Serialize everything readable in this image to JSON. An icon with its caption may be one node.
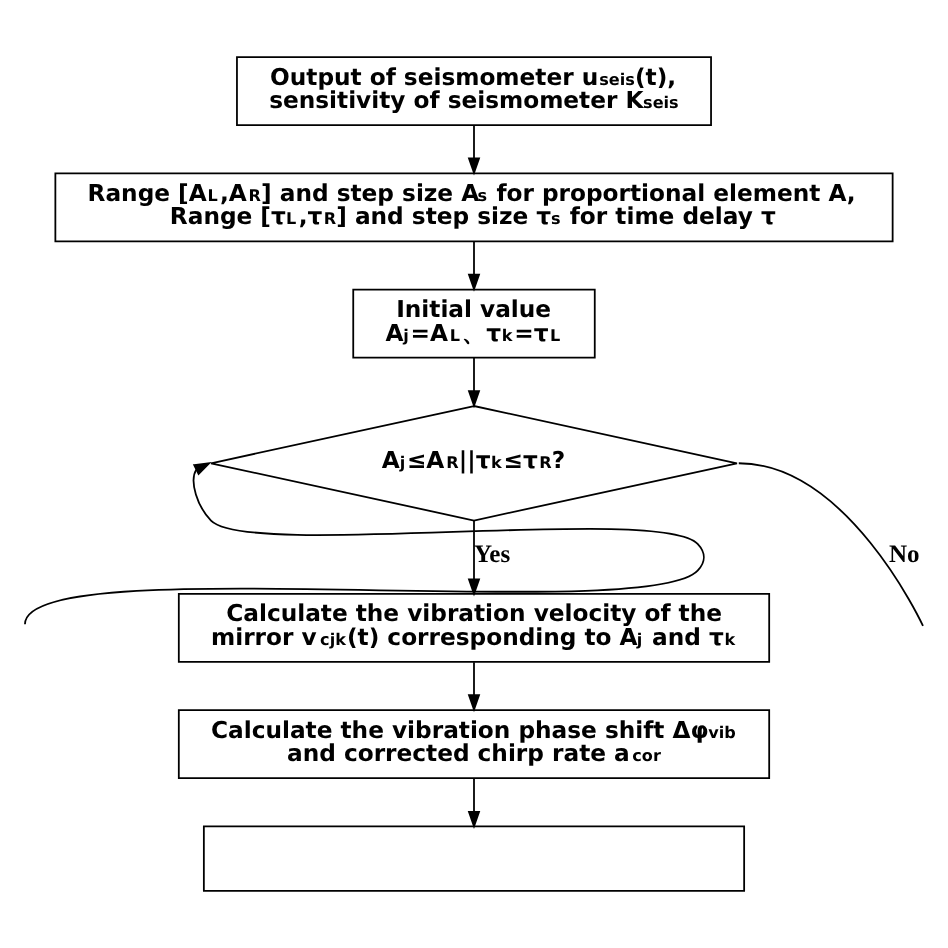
{
  "diagram": {
    "nodes": [
      {
        "text": [
          "Output of seismometer u$_{seis}$(t), sensitivity of seismometer K$_{seis}$"
        ]
      },
      {
        "text": [
          "Range [A$_{L}$,A$_{R}$] and step size A$_{s}$ for proportional element A, Range [τ$_{L}$,τ$_{R}$] and step size τ$_{s}$ for time delay τ"
        ]
      },
      {
        "text": [
          "Initial value",
          "A$_{j}$=A$_{L}$、τ$_{k}$=τ$_{L}$"
        ]
      },
      {
        "text": [
          "A$_{j}$≤A$_{R}$||τ$_{k}$≤τ$_{R}$?"
        ]
      },
      {
        "text": [
          "Calculate the vibration velocity of the mirror v$_{cjk}$(t) corresponding to A$_{j}$ and τ$_{k}$"
        ]
      },
      {
        "text": [
          "Calculate the vibration phase shift Δφ$_{vib}$ and corrected chirp rate a$_{cor}$"
        ]
      },
      {
        "text": [],
        "shape": "box"
      }
    ],
    "edges": [
      {
        "from": 0,
        "to": 1,
        "arrow": "to"
      },
      {
        "from": 1,
        "to": 2,
        "arrow": "to"
      },
      {
        "from": 2,
        "to": 3,
        "arrow": "to"
      },
      {
        "from": 3,
        "to": 4,
        "arrow": "to",
        "label": "Yes"
      },
      {
        "from": 4,
        "to": 5,
        "arrow": "to"
      },
      {
        "from": 5,
        "to": 6,
        "arrow": "to"
      },
      {
        "from": null,
        "to": 3,
        "arrow": "to"
      },
      {
        "from": 3,
        "to": null,
        "arrow": "none",
        "label": "No"
      }
    ]
  }
}
